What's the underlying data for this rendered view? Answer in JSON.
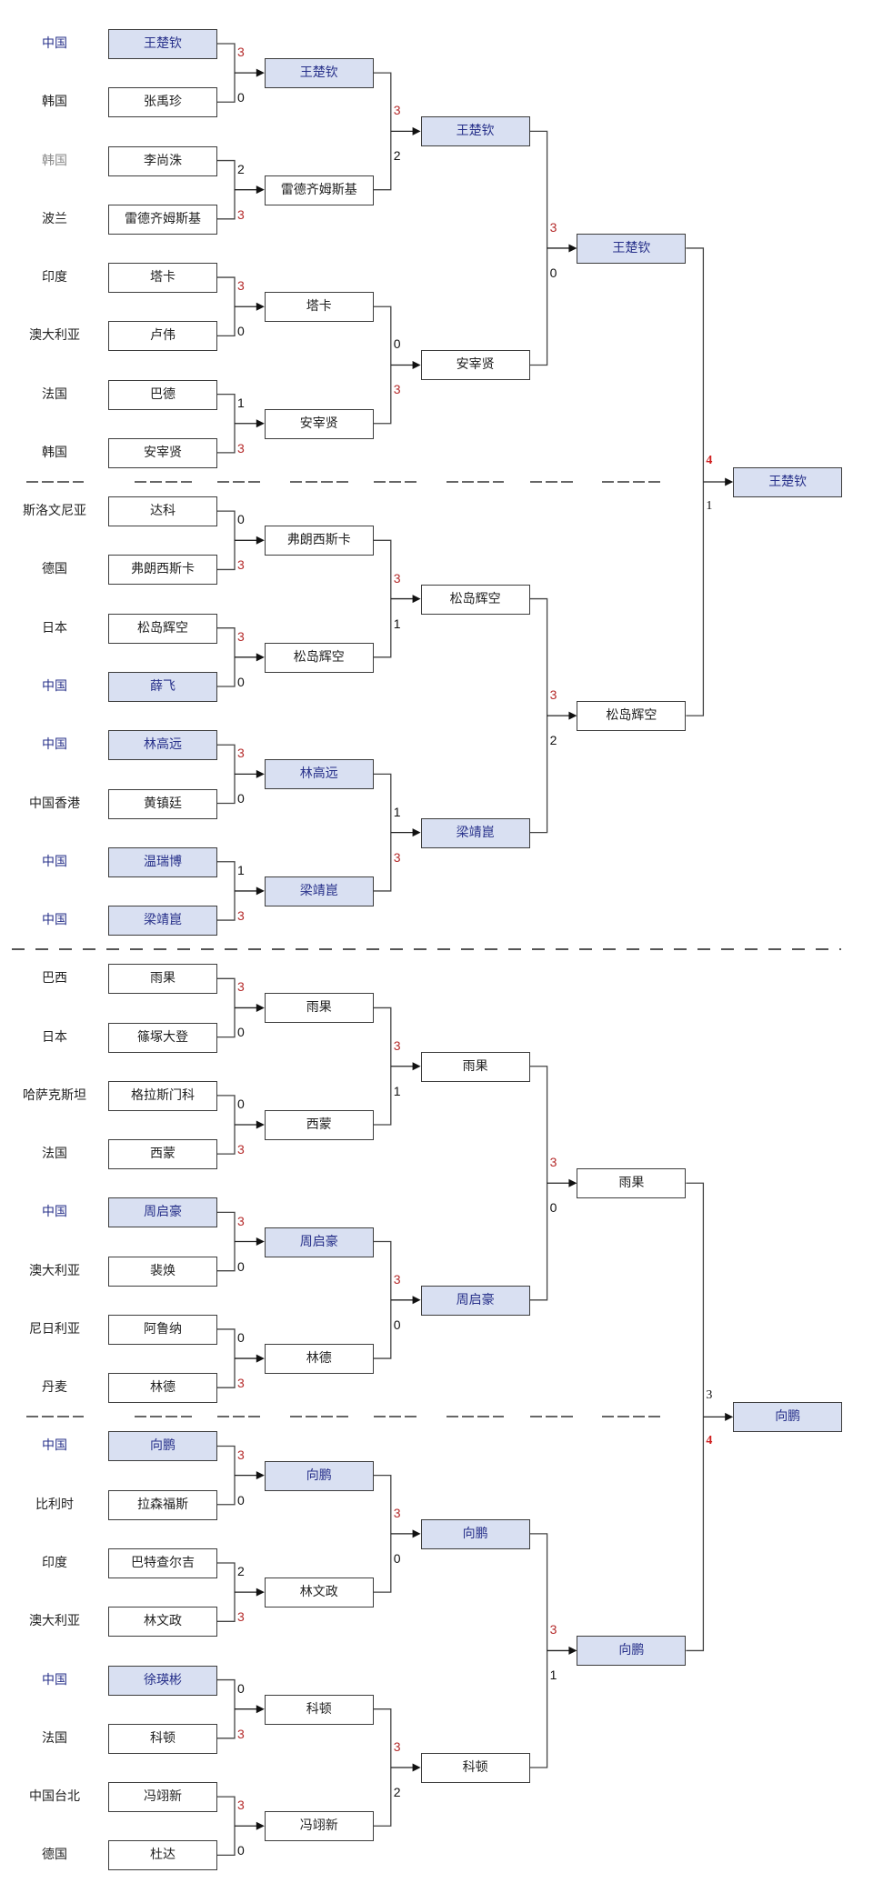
{
  "bracket": {
    "rounds": [
      {
        "round": 1,
        "entries": [
          {
            "country": "中国",
            "name": "王楚钦",
            "highlight": true
          },
          {
            "country": "韩国",
            "name": "张禹珍",
            "highlight": false
          },
          {
            "country": "韩国",
            "name": "李尚洙",
            "highlight": false,
            "country_muted": true
          },
          {
            "country": "波兰",
            "name": "雷德齐姆斯基",
            "highlight": false
          },
          {
            "country": "印度",
            "name": "塔卡",
            "highlight": false
          },
          {
            "country": "澳大利亚",
            "name": "卢伟",
            "highlight": false
          },
          {
            "country": "法国",
            "name": "巴德",
            "highlight": false
          },
          {
            "country": "韩国",
            "name": "安宰贤",
            "highlight": false
          },
          {
            "country": "斯洛文尼亚",
            "name": "达科",
            "highlight": false
          },
          {
            "country": "德国",
            "name": "弗朗西斯卡",
            "highlight": false
          },
          {
            "country": "日本",
            "name": "松岛辉空",
            "highlight": false
          },
          {
            "country": "中国",
            "name": "薛飞",
            "highlight": true
          },
          {
            "country": "中国",
            "name": "林高远",
            "highlight": true
          },
          {
            "country": "中国香港",
            "name": "黄镇廷",
            "highlight": false
          },
          {
            "country": "中国",
            "name": "温瑞博",
            "highlight": true
          },
          {
            "country": "中国",
            "name": "梁靖崑",
            "highlight": true
          },
          {
            "country": "巴西",
            "name": "雨果",
            "highlight": false
          },
          {
            "country": "日本",
            "name": "篠塚大登",
            "highlight": false
          },
          {
            "country": "哈萨克斯坦",
            "name": "格拉斯门科",
            "highlight": false
          },
          {
            "country": "法国",
            "name": "西蒙",
            "highlight": false
          },
          {
            "country": "中国",
            "name": "周启豪",
            "highlight": true
          },
          {
            "country": "澳大利亚",
            "name": "裴焕",
            "highlight": false
          },
          {
            "country": "尼日利亚",
            "name": "阿鲁纳",
            "highlight": false
          },
          {
            "country": "丹麦",
            "name": "林德",
            "highlight": false
          },
          {
            "country": "中国",
            "name": "向鹏",
            "highlight": true
          },
          {
            "country": "比利时",
            "name": "拉森福斯",
            "highlight": false
          },
          {
            "country": "印度",
            "name": "巴特查尔吉",
            "highlight": false
          },
          {
            "country": "澳大利亚",
            "name": "林文政",
            "highlight": false
          },
          {
            "country": "中国",
            "name": "徐瑛彬",
            "highlight": true
          },
          {
            "country": "法国",
            "name": "科顿",
            "highlight": false
          },
          {
            "country": "中国台北",
            "name": "冯翊新",
            "highlight": false
          },
          {
            "country": "德国",
            "name": "杜达",
            "highlight": false
          }
        ],
        "scores": [
          [
            3,
            0
          ],
          [
            2,
            3
          ],
          [
            3,
            0
          ],
          [
            1,
            3
          ],
          [
            0,
            3
          ],
          [
            3,
            0
          ],
          [
            3,
            0
          ],
          [
            1,
            3
          ],
          [
            3,
            0
          ],
          [
            0,
            3
          ],
          [
            3,
            0
          ],
          [
            0,
            3
          ],
          [
            3,
            0
          ],
          [
            2,
            3
          ],
          [
            0,
            3
          ],
          [
            3,
            0
          ]
        ]
      },
      {
        "round": 2,
        "entries": [
          {
            "name": "王楚钦",
            "highlight": true
          },
          {
            "name": "雷德齐姆斯基",
            "highlight": false
          },
          {
            "name": "塔卡",
            "highlight": false
          },
          {
            "name": "安宰贤",
            "highlight": false
          },
          {
            "name": "弗朗西斯卡",
            "highlight": false
          },
          {
            "name": "松岛辉空",
            "highlight": false
          },
          {
            "name": "林高远",
            "highlight": true
          },
          {
            "name": "梁靖崑",
            "highlight": true
          },
          {
            "name": "雨果",
            "highlight": false
          },
          {
            "name": "西蒙",
            "highlight": false
          },
          {
            "name": "周启豪",
            "highlight": true
          },
          {
            "name": "林德",
            "highlight": false
          },
          {
            "name": "向鹏",
            "highlight": true
          },
          {
            "name": "林文政",
            "highlight": false
          },
          {
            "name": "科顿",
            "highlight": false
          },
          {
            "name": "冯翊新",
            "highlight": false
          }
        ],
        "scores": [
          [
            3,
            2
          ],
          [
            0,
            3
          ],
          [
            3,
            1
          ],
          [
            1,
            3
          ],
          [
            3,
            1
          ],
          [
            3,
            0
          ],
          [
            3,
            0
          ],
          [
            3,
            2
          ]
        ]
      },
      {
        "round": 3,
        "entries": [
          {
            "name": "王楚钦",
            "highlight": true
          },
          {
            "name": "安宰贤",
            "highlight": false
          },
          {
            "name": "松岛辉空",
            "highlight": false
          },
          {
            "name": "梁靖崑",
            "highlight": true
          },
          {
            "name": "雨果",
            "highlight": false
          },
          {
            "name": "周启豪",
            "highlight": true
          },
          {
            "name": "向鹏",
            "highlight": true
          },
          {
            "name": "科顿",
            "highlight": false
          }
        ],
        "scores": [
          [
            3,
            0
          ],
          [
            3,
            2
          ],
          [
            3,
            0
          ],
          [
            3,
            1
          ]
        ]
      },
      {
        "round": 4,
        "entries": [
          {
            "name": "王楚钦",
            "highlight": true
          },
          {
            "name": "松岛辉空",
            "highlight": false
          },
          {
            "name": "雨果",
            "highlight": false
          },
          {
            "name": "向鹏",
            "highlight": true
          }
        ],
        "scores": [
          [
            4,
            1
          ],
          [
            3,
            4
          ]
        ]
      },
      {
        "round": 5,
        "entries": [
          {
            "name": "王楚钦",
            "highlight": true
          },
          {
            "name": "向鹏",
            "highlight": true
          }
        ]
      }
    ]
  },
  "colors": {
    "highlight_fill": "#d9e0f2",
    "highlight_text": "#27308a",
    "winning_score": "#b52b2b",
    "final_winning_score": "#d01f1f",
    "muted_country": "#8a8a8a"
  }
}
